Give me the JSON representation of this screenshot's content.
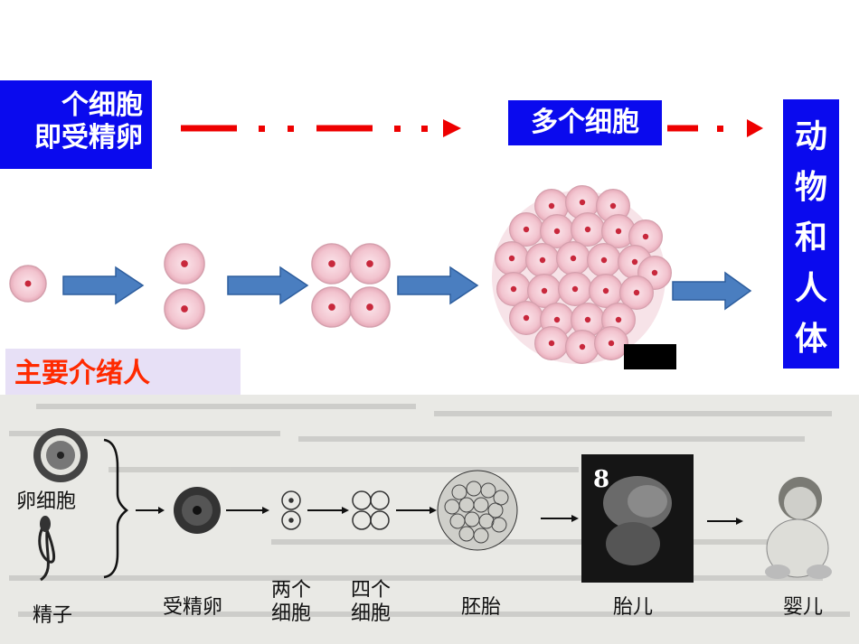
{
  "top_label": {
    "line1": "个细胞",
    "line2": "即受精卵"
  },
  "many_cells_label": "多个细胞",
  "final_label": {
    "chars": [
      "动",
      "物",
      "和",
      "人",
      "体"
    ]
  },
  "bottom_left_label": "主要介绪人",
  "photo_labels": {
    "egg": "卵细胞",
    "sperm": "精子",
    "zygote": "受精卵",
    "two_cells": {
      "l1": "两个",
      "l2": "细胞"
    },
    "four_cells": {
      "l1": "四个",
      "l2": "细胞"
    },
    "embryo": "胚胎",
    "fetus": "胎儿",
    "baby": "婴儿",
    "fetus_month": "8"
  },
  "colors": {
    "label_blue": "#0a0aee",
    "dash_red": "#ee0000",
    "arrow_blue": "#4a7ec0",
    "cell_fill": "#f2c4cf",
    "cell_outline": "#d8a0ae",
    "nucleus": "#c8283c",
    "highlight_bg": "#e7e0f6",
    "highlight_text": "#ff2a00"
  }
}
